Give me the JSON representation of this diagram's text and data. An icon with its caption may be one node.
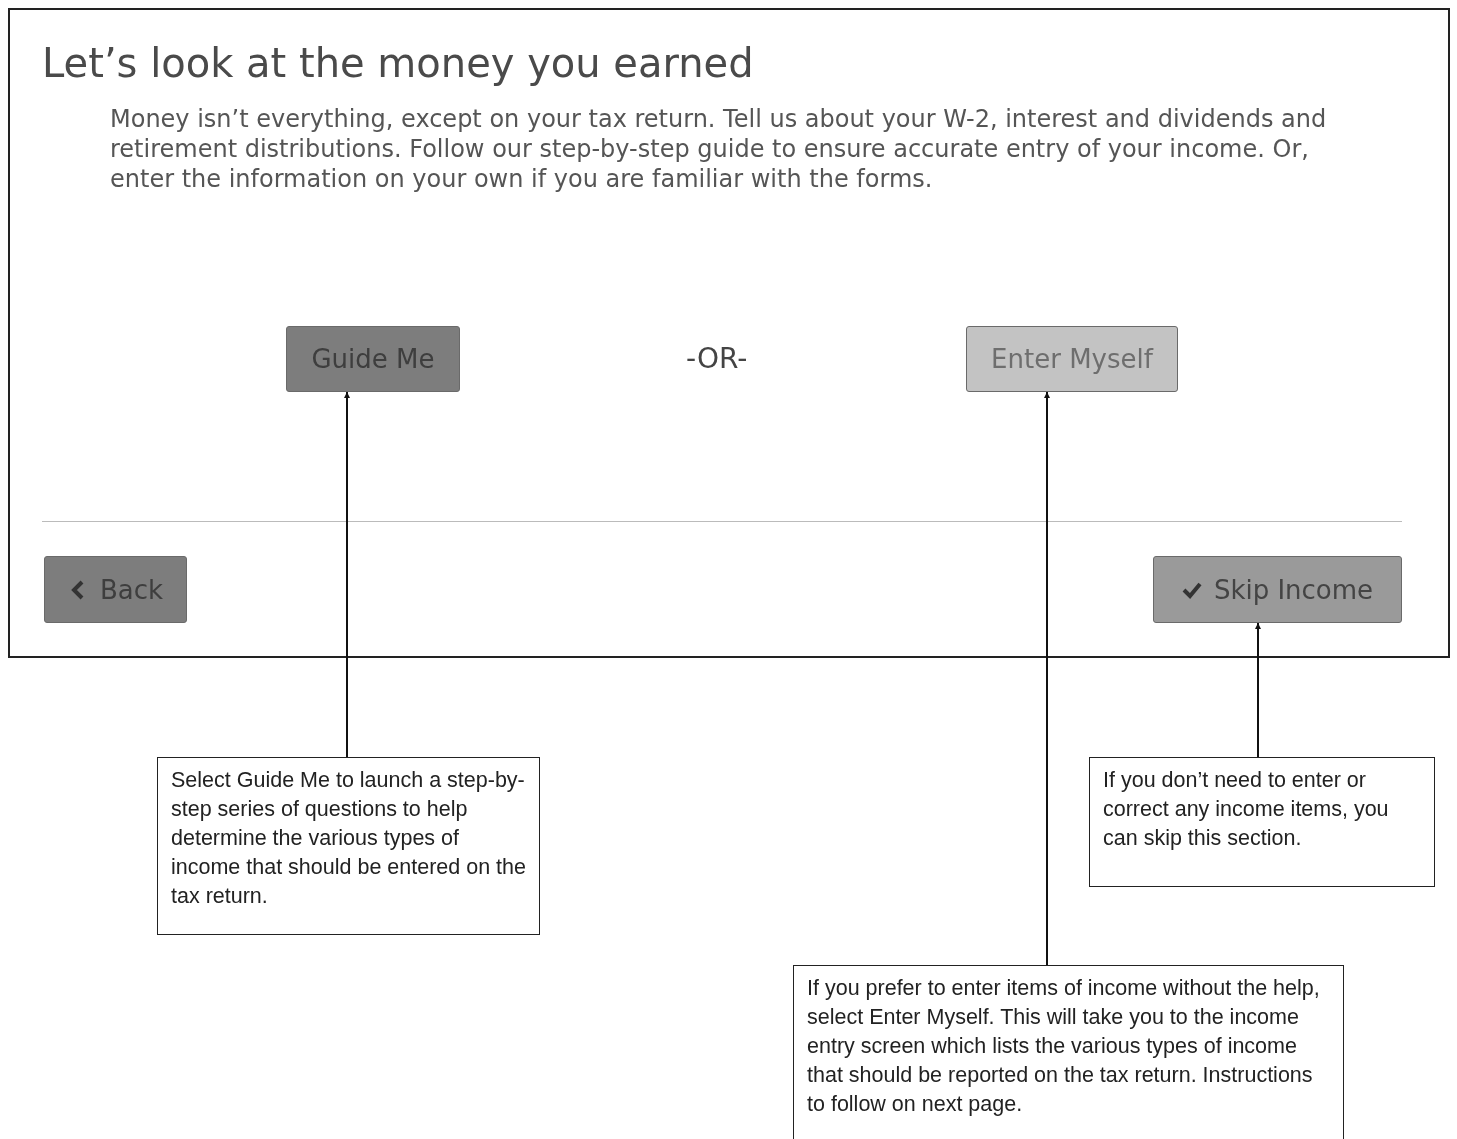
{
  "diagram": {
    "nodes": [
      {
        "text": [
          "Let’s look at the money you earned",
          "Money isn’t everything, except on your tax return. Tell us about your W-2, interest and dividends and retirement distributions. Follow our step-by-step guide to ensure accurate entry of your income. Or, enter the information on your own if you are familiar with the forms."
        ]
      },
      {
        "text": [
          "Guide Me"
        ],
        "in": 0
      },
      {
        "text": [
          "Enter Myself"
        ],
        "in": 0
      },
      {
        "text": [
          "Back"
        ],
        "in": 0
      },
      {
        "text": [
          "Skip Income"
        ],
        "in": 0
      },
      {
        "text": [
          "Select Guide Me to launch a step-by-step series of questions to help determine the various types of income that should be entered on the tax return."
        ]
      },
      {
        "text": [
          "If you don’t need to enter or correct any income items, you can skip this section."
        ]
      },
      {
        "text": [
          "If you prefer to enter items of income without the help, select Enter Myself. This will take you to the income entry screen which lists the various types of income that should be reported on the tax return. Instructions to follow on next page."
        ]
      }
    ],
    "edges": [
      {
        "from": 5,
        "to": 1,
        "arrow": "to"
      },
      {
        "from": 7,
        "to": 2,
        "arrow": "to"
      },
      {
        "from": 6,
        "to": 4,
        "arrow": "to"
      }
    ],
    "labels": [
      "-OR-"
    ]
  }
}
